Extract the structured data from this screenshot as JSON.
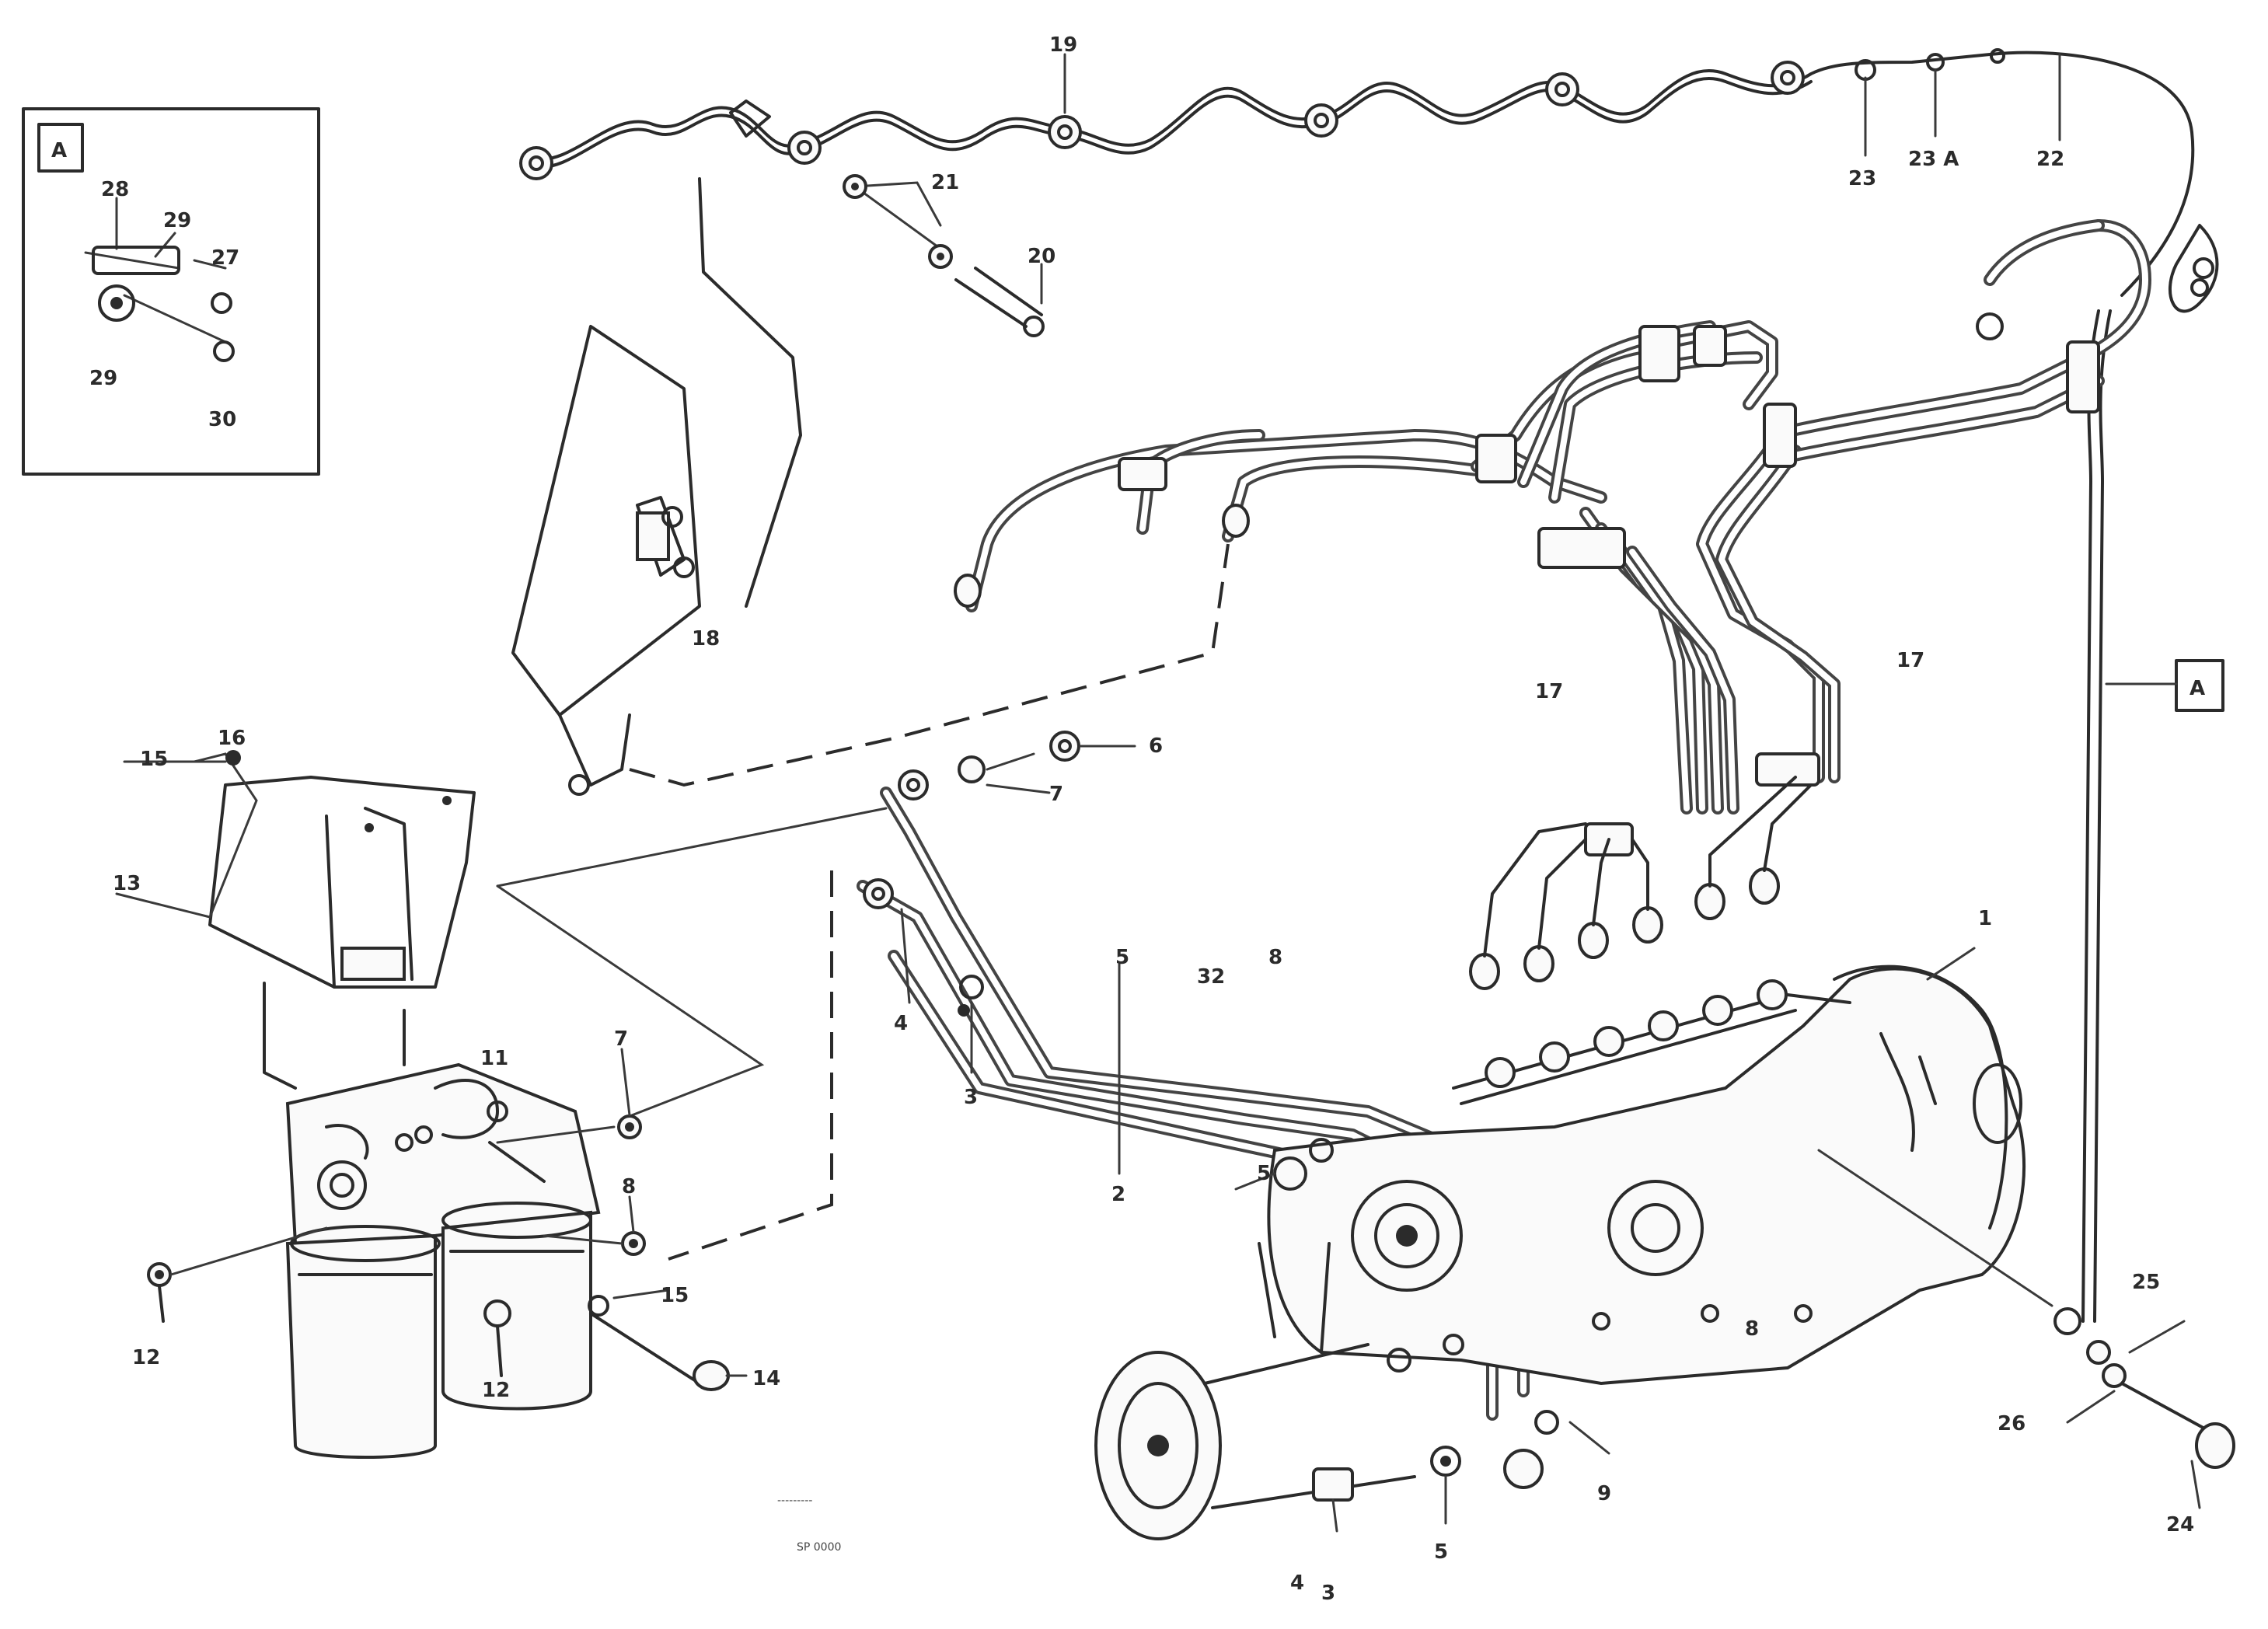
{
  "inset": {
    "tag": "A",
    "labels": [
      "28",
      "29",
      "27",
      "29",
      "30"
    ]
  },
  "view_tag": "A",
  "part_labels": [
    {
      "text": "19"
    },
    {
      "text": "21"
    },
    {
      "text": "20"
    },
    {
      "text": "23"
    },
    {
      "text": "23 A"
    },
    {
      "text": "22"
    },
    {
      "text": "18"
    },
    {
      "text": "17"
    },
    {
      "text": "17"
    },
    {
      "text": "6"
    },
    {
      "text": "7"
    },
    {
      "text": "15"
    },
    {
      "text": "16"
    },
    {
      "text": "13"
    },
    {
      "text": "11"
    },
    {
      "text": "7"
    },
    {
      "text": "8"
    },
    {
      "text": "12"
    },
    {
      "text": "15"
    },
    {
      "text": "12"
    },
    {
      "text": "14"
    },
    {
      "text": "4"
    },
    {
      "text": "3"
    },
    {
      "text": "5"
    },
    {
      "text": "32"
    },
    {
      "text": "8"
    },
    {
      "text": "2"
    },
    {
      "text": "5"
    },
    {
      "text": "8"
    },
    {
      "text": "1"
    },
    {
      "text": "25"
    },
    {
      "text": "26"
    },
    {
      "text": "24"
    },
    {
      "text": "9"
    },
    {
      "text": "5"
    },
    {
      "text": "4"
    },
    {
      "text": "3"
    }
  ],
  "footer": {
    "small_ref": "---------",
    "drawing_number": "SP 0000"
  }
}
